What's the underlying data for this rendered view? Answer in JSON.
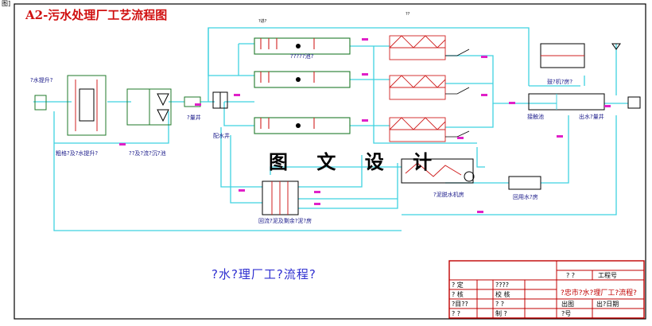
{
  "corner_mark": "图]",
  "title": "A2-污水处理厂工艺流程图",
  "watermark": "图 文 设 计",
  "footer_title": "?水?理厂工?流程?",
  "colors": {
    "pipe": "#3fd2e0",
    "tank_border": "#1f7a2a",
    "label": "#e020c8",
    "settling": "#d02020",
    "title_block": "#c00000"
  },
  "process_units": {
    "influent": "?水提升?",
    "coarse_screen_lift": "粗格?及?水提升?",
    "grit_chamber": "??及?流?沉?池",
    "measure_well": "?量井",
    "distribution_well": "配水井",
    "aeration_series": "?????池?",
    "sludge_plant": "?泥脱水机房",
    "return_pump": "回流?泥及剩余?泥?房",
    "disinfection": "接触池",
    "outfall": "出水?量井",
    "reuse_pump": "回用水?房",
    "blower_house": "鼓?机?房?"
  },
  "title_block": {
    "drawing_name": "?忠市?水?理厂工?流程?",
    "project_no_label": "工程号",
    "rows": [
      {
        "label": "? 定",
        "mid": "????"
      },
      {
        "label": "? 核",
        "mid": "校 核"
      },
      {
        "label": "?目??",
        "mid": "? ?"
      },
      {
        "label": "? ?",
        "mid": "制 ?"
      }
    ],
    "out_label": "出图",
    "date_label": "出?日期",
    "top_cell": "? ?",
    "bottom_cell": "?号"
  },
  "pipe_labels": {
    "top_main": "?进?",
    "top_branch": "??"
  }
}
